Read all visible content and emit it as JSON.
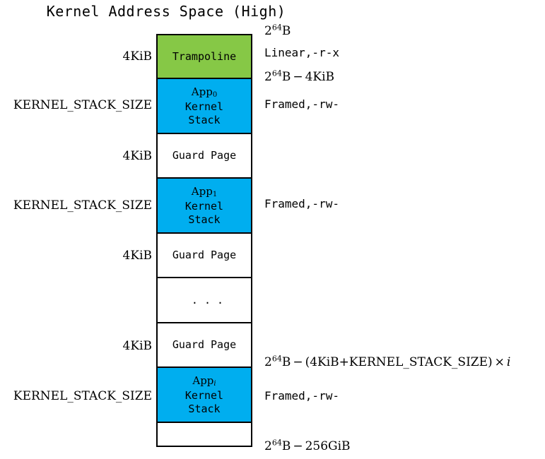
{
  "title": "Kernel Address Space (High)",
  "colors": {
    "trampoline": "#86c846",
    "kernel_stack": "#00aeef",
    "guard_page": "#ffffff",
    "border": "#000000",
    "background": "#ffffff"
  },
  "regions": [
    {
      "id": "trampoline",
      "size_label": "4KiB",
      "block_text": "Trampoline",
      "app_tag": null,
      "fill": "trampoline",
      "top_address": "2^64 B",
      "mapping": "Linear,-r-x"
    },
    {
      "id": "app0-kernel-stack",
      "size_label": "KERNEL_STACK_SIZE",
      "block_text": "Kernel\nStack",
      "app_tag": "App",
      "app_index": "0",
      "fill": "kernel_stack",
      "top_address": "2^64 B - 4KiB",
      "mapping": "Framed,-rw-"
    },
    {
      "id": "guard-page-0",
      "size_label": "4KiB",
      "block_text": "Guard Page",
      "app_tag": null,
      "fill": "guard_page",
      "top_address": null,
      "mapping": null
    },
    {
      "id": "app1-kernel-stack",
      "size_label": "KERNEL_STACK_SIZE",
      "block_text": "Kernel\nStack",
      "app_tag": "App",
      "app_index": "1",
      "fill": "kernel_stack",
      "top_address": null,
      "mapping": "Framed,-rw-"
    },
    {
      "id": "guard-page-1",
      "size_label": "4KiB",
      "block_text": "Guard Page",
      "app_tag": null,
      "fill": "guard_page",
      "top_address": null,
      "mapping": null
    },
    {
      "id": "ellipsis",
      "size_label": "",
      "block_text": ". . .",
      "app_tag": null,
      "fill": "guard_page",
      "top_address": null,
      "mapping": null
    },
    {
      "id": "guard-page-i",
      "size_label": "4KiB",
      "block_text": "Guard Page",
      "app_tag": null,
      "fill": "guard_page",
      "top_address": null,
      "mapping": null
    },
    {
      "id": "appi-kernel-stack",
      "size_label": "KERNEL_STACK_SIZE",
      "block_text": "Kernel\nStack",
      "app_tag": "App",
      "app_index": "i",
      "app_index_italic": true,
      "fill": "kernel_stack",
      "top_address": "2^64 B - (4KiB+KERNEL_STACK_SIZE) x i",
      "mapping": "Framed,-rw-"
    },
    {
      "id": "tail-region",
      "size_label": "",
      "block_text": "",
      "app_tag": null,
      "fill": "guard_page",
      "top_address": "2^64 B - 256GiB",
      "mapping": null
    }
  ],
  "labels": {
    "size_4kib": "4KiB",
    "size_kernel_stack": "KERNEL_STACK_SIZE",
    "trampoline": "Trampoline",
    "kernel_stack": "Kernel\nStack",
    "guard_page": "Guard Page",
    "ellipsis": ". . .",
    "app_prefix": "App",
    "app_idx_0": "0",
    "app_idx_1": "1",
    "app_idx_i": "i",
    "perm_linear_rx": "Linear,-r-x",
    "perm_framed_rw": "Framed,-rw-"
  },
  "addresses": {
    "top": {
      "base": "2",
      "exp": "64",
      "unit": "B"
    },
    "minus_4kib": {
      "base": "2",
      "exp": "64",
      "unit": "B",
      "op": "−",
      "rhs": "4KiB"
    },
    "appi": {
      "base": "2",
      "exp": "64",
      "unit": "B",
      "op": "−",
      "rhs": "(4KiB+KERNEL_STACK_SIZE)",
      "times": "×",
      "index": "i"
    },
    "bottom": {
      "base": "2",
      "exp": "64",
      "unit": "B",
      "op": "−",
      "rhs": "256GiB"
    }
  }
}
